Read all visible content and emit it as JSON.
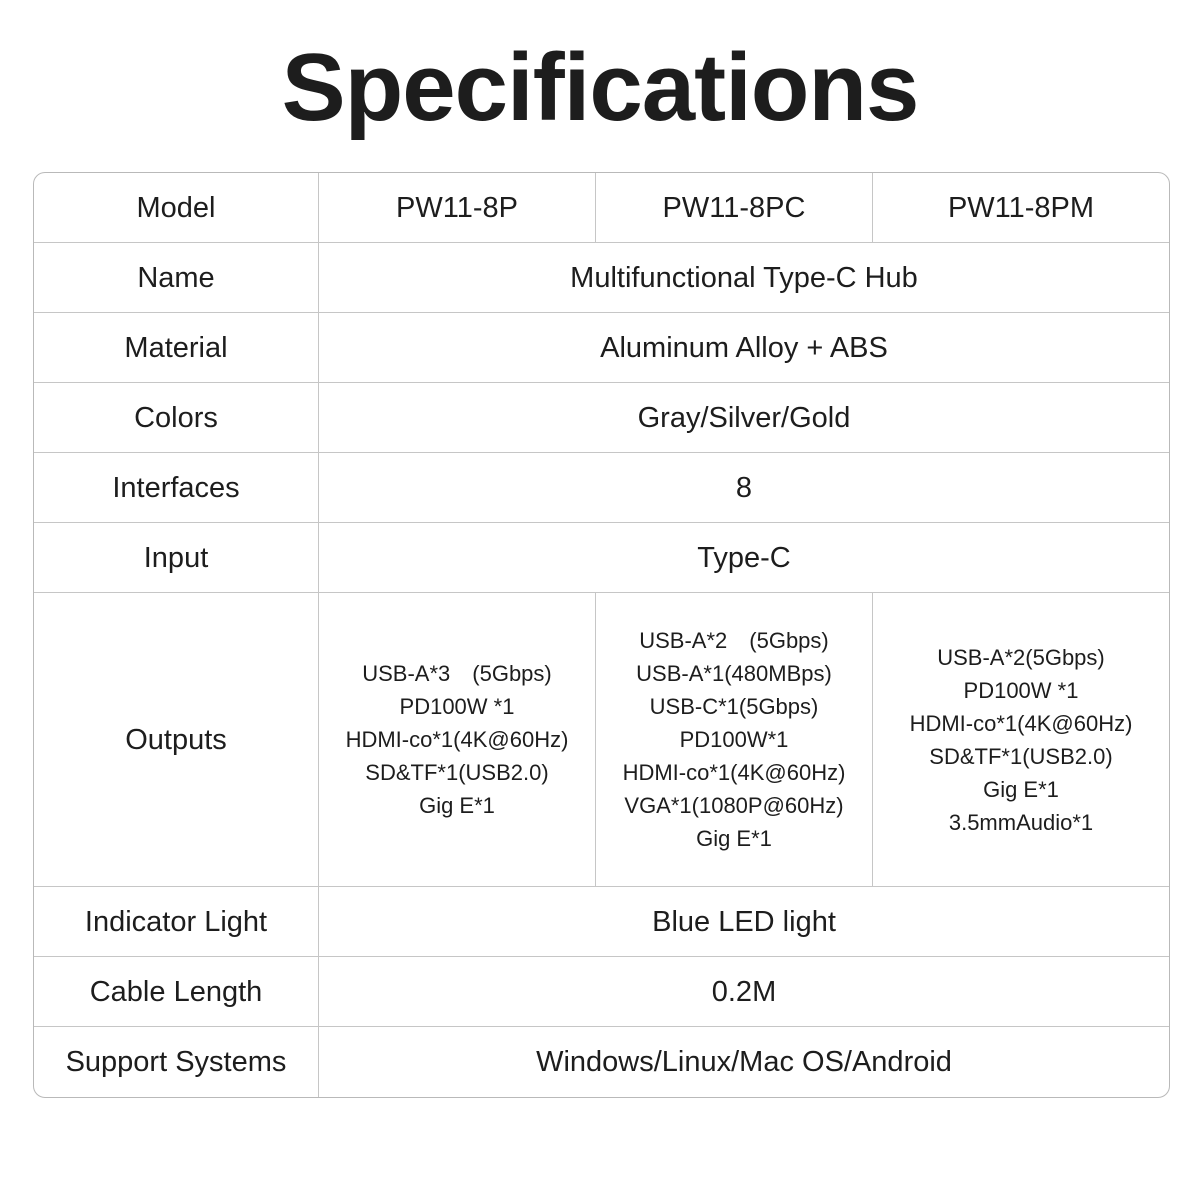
{
  "page": {
    "title": "Specifications"
  },
  "table": {
    "rows": [
      {
        "key": "model",
        "label": "Model",
        "type": "multi",
        "values": [
          "PW11-8P",
          "PW11-8PC",
          "PW11-8PM"
        ]
      },
      {
        "key": "name",
        "label": "Name",
        "type": "single",
        "value": "Multifunctional Type-C Hub"
      },
      {
        "key": "material",
        "label": "Material",
        "type": "single",
        "value": "Aluminum Alloy + ABS"
      },
      {
        "key": "colors",
        "label": "Colors",
        "type": "single",
        "value": "Gray/Silver/Gold"
      },
      {
        "key": "interfaces",
        "label": "Interfaces",
        "type": "single",
        "value": "8"
      },
      {
        "key": "input",
        "label": "Input",
        "type": "single",
        "value": "Type-C"
      },
      {
        "key": "outputs",
        "label": "Outputs",
        "type": "columns",
        "columns": [
          {
            "model": "PW11-8P",
            "lines": [
              "USB-A*3　(5Gbps)",
              "PD100W *1",
              "HDMI-co*1(4K@60Hz)",
              "SD&TF*1(USB2.0)",
              "Gig E*1"
            ]
          },
          {
            "model": "PW11-8PC",
            "lines": [
              "USB-A*2　(5Gbps)",
              "USB-A*1(480MBps)",
              "USB-C*1(5Gbps)",
              "PD100W*1",
              "HDMI-co*1(4K@60Hz)",
              "VGA*1(1080P@60Hz)",
              "Gig E*1"
            ]
          },
          {
            "model": "PW11-8PM",
            "lines": [
              "USB-A*2(5Gbps)",
              "PD100W *1",
              "HDMI-co*1(4K@60Hz)",
              "SD&TF*1(USB2.0)",
              "Gig E*1",
              "3.5mmAudio*1"
            ]
          }
        ]
      },
      {
        "key": "indicator_light",
        "label": "Indicator Light",
        "type": "single",
        "value": "Blue LED light"
      },
      {
        "key": "cable_length",
        "label": "Cable Length",
        "type": "single",
        "value": "0.2M"
      },
      {
        "key": "support_systems",
        "label": "Support Systems",
        "type": "single",
        "value": "Windows/Linux/Mac OS/Android"
      }
    ]
  },
  "colors": {
    "background": "#ffffff",
    "text": "#1d1d1d",
    "border": "#c6c6c6",
    "outer_border": "#b9b9b9"
  }
}
